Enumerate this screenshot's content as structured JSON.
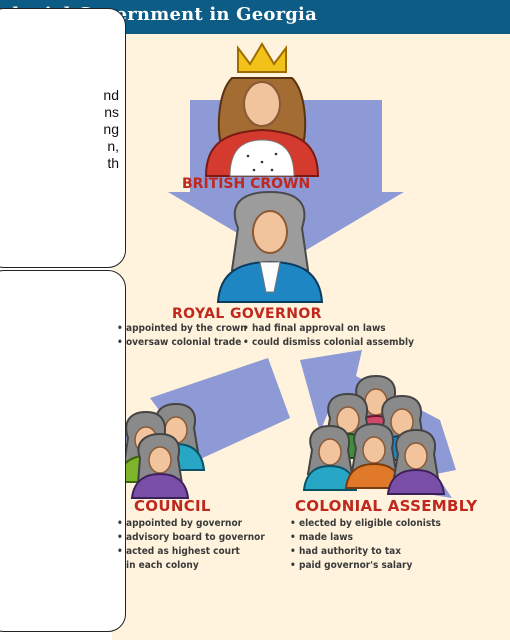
{
  "header": {
    "title": "olonial Government in Georgia"
  },
  "callouts": [
    {
      "text": "nd\nns\nng\nn,\nth"
    },
    {
      "text": ""
    }
  ],
  "crown": {
    "label": "BRITISH CROWN"
  },
  "royal_governor": {
    "label": "ROYAL GOVERNOR",
    "left_points": [
      "appointed by the crown",
      "oversaw colonial trade"
    ],
    "right_points": [
      "had final approval on laws",
      "could dismiss colonial assembly"
    ]
  },
  "council": {
    "label": "COUNCIL",
    "points": [
      "appointed by governor",
      "advisory board to governor",
      "acted as highest court\nin each colony"
    ]
  },
  "assembly": {
    "label": "COLONIAL ASSEMBLY",
    "points": [
      "elected by eligible colonists",
      "made laws",
      "had authority to tax",
      "paid governor's salary"
    ]
  },
  "colors": {
    "header": "#0d5c86",
    "background": "#fff3dd",
    "arrow": "#8e9ad6",
    "accent_red": "#c0271d",
    "text": "#3a3a3a"
  },
  "icons": [
    "king-icon",
    "governor-icon",
    "council-members-icon",
    "assembly-members-icon"
  ]
}
